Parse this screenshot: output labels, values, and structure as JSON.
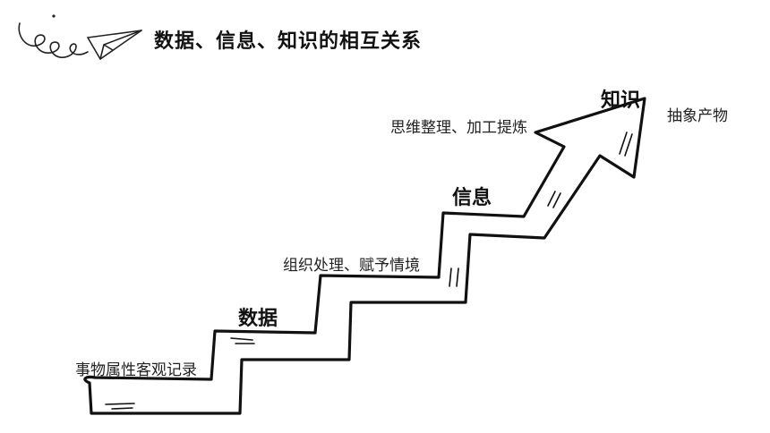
{
  "title": "数据、信息、知识的相互关系",
  "stages": [
    {
      "name": "数据",
      "description": "事物属性客观记录"
    },
    {
      "name": "信息",
      "description": "组织处理、赋予情境"
    },
    {
      "name": "知识",
      "description": "思维整理、加工提炼"
    }
  ],
  "outcome": "抽象产物",
  "icons": [
    "curly-loop-icon",
    "paper-plane-icon"
  ],
  "stroke_color": "#111111"
}
